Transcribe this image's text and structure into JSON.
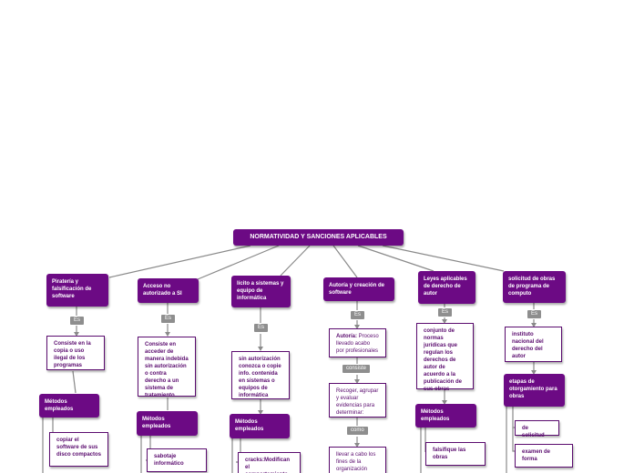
{
  "root": "NORMATIVIDAD Y SANCIONES APLICABLES",
  "columns": [
    {
      "title": "Piratería y falsificación de software",
      "link1": "Es",
      "desc": "Consiste en la copia o uso ilegal de los programas",
      "methods": "Métodos empleados",
      "items": [
        "copiar el software de sus disco compactos"
      ]
    },
    {
      "title": "Acceso no autorizado a SI",
      "link1": "Es",
      "desc": "Consiste en acceder de manera indebida sin autorización o contra derecho a un sistema de tratamiento",
      "methods": "Métodos empleados",
      "items": [
        "sabotaje informático"
      ]
    },
    {
      "title": "lícito a sistemas y equipo de informática",
      "link1": "Es",
      "desc": "sin autorización conozca o copie info. contenida en sistemas o equipos de informática",
      "methods": "Métodos empleados",
      "items": [
        "cracks:Modifican el comportamiento"
      ]
    },
    {
      "title": "Autoría y creación de software",
      "link1": "Es",
      "desc_bold": "Autoría:",
      "desc_plain": " Proceso llevado acabo por profesionales",
      "link2": "consiste",
      "desc2": "Recoger, agrupar y evaluar evidencias para determinar:",
      "link3": "como",
      "desc3": "llevar a cabo los fines de la organización"
    },
    {
      "title": "Leyes aplicables de derecho de autor",
      "link1": "Es",
      "desc": "conjunto de normas jurídicas que regulan los derechos de autor de acuerdo a la publicación de sus obras",
      "methods": "Métodos empleados",
      "items": [
        "falsifique las obras"
      ]
    },
    {
      "title": "solicitud de obras de programa de computo",
      "link1": "Es",
      "desc": "instituto nacional del derecho del autor",
      "methods": "etapas de otorgamiento para obras",
      "items": [
        "de solicitud",
        "examen de forma"
      ]
    }
  ]
}
